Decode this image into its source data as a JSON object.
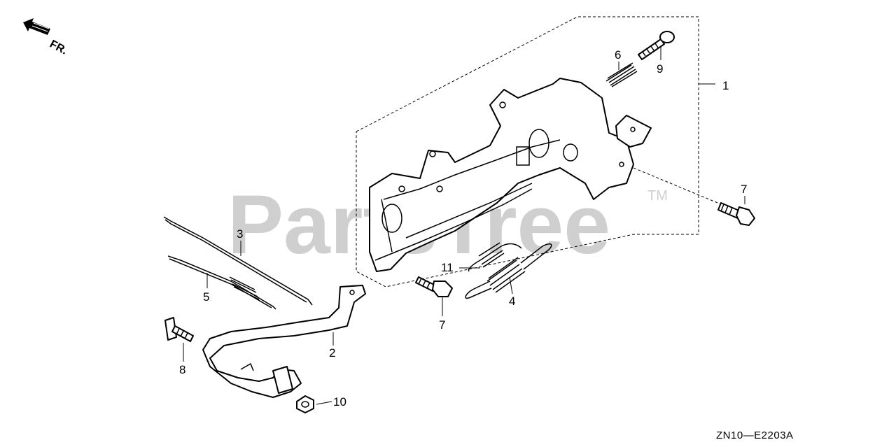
{
  "watermark": {
    "text": "PartsTree",
    "trademark": "TM"
  },
  "direction_marker": {
    "label": "FR.",
    "icon": "front-direction-arrow-icon"
  },
  "diagram_code": "ZN10—E2203A",
  "callouts": [
    {
      "id": "callout-1",
      "number": "1"
    },
    {
      "id": "callout-2",
      "number": "2"
    },
    {
      "id": "callout-3",
      "number": "3"
    },
    {
      "id": "callout-4",
      "number": "4"
    },
    {
      "id": "callout-5",
      "number": "5"
    },
    {
      "id": "callout-6",
      "number": "6"
    },
    {
      "id": "callout-7a",
      "number": "7"
    },
    {
      "id": "callout-7b",
      "number": "7"
    },
    {
      "id": "callout-8",
      "number": "8"
    },
    {
      "id": "callout-9",
      "number": "9"
    },
    {
      "id": "callout-10",
      "number": "10"
    },
    {
      "id": "callout-11",
      "number": "11"
    }
  ]
}
